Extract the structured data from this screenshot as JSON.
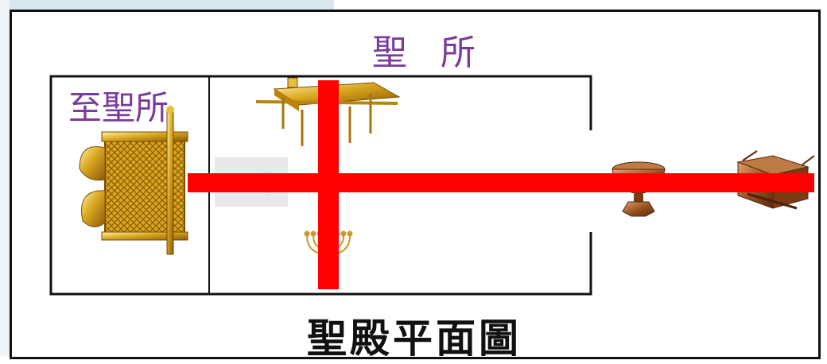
{
  "labels": {
    "holy_place": "聖 所",
    "holy_of_holies": "至聖所",
    "caption": "聖殿平面圖"
  },
  "colors": {
    "label_purple": "#7a3b9a",
    "cross_red": "#ff0000",
    "gold": "#d4a21a",
    "bronze": "#8b4a1e"
  },
  "icons": [
    "ark-of-covenant-icon",
    "table-of-showbread-icon",
    "altar-of-incense-icon",
    "menorah-icon",
    "bronze-laver-icon",
    "bronze-altar-icon"
  ]
}
